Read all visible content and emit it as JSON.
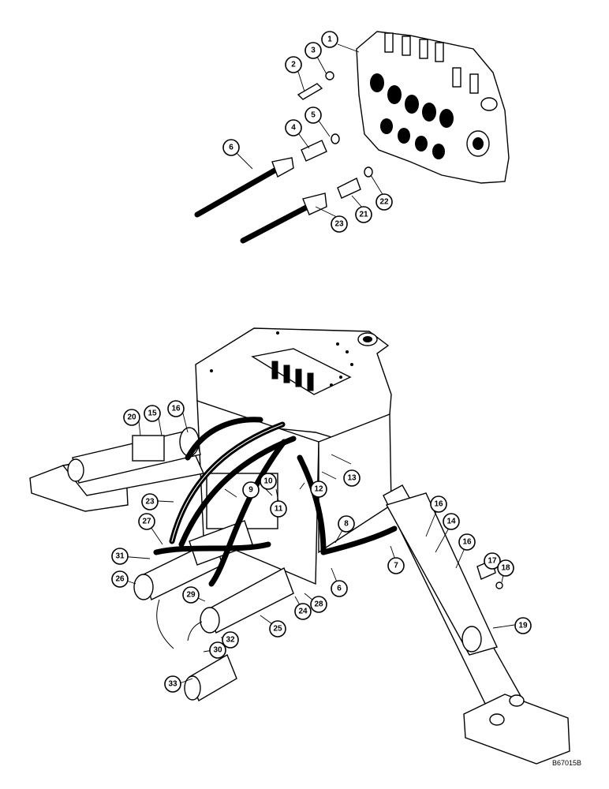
{
  "figure_id": "B67015B",
  "callouts": [
    {
      "label": "1"
    },
    {
      "label": "2"
    },
    {
      "label": "3"
    },
    {
      "label": "4"
    },
    {
      "label": "5"
    },
    {
      "label": "6"
    },
    {
      "label": "23"
    },
    {
      "label": "21"
    },
    {
      "label": "22"
    },
    {
      "label": "20"
    },
    {
      "label": "15"
    },
    {
      "label": "16"
    },
    {
      "label": "23"
    },
    {
      "label": "9"
    },
    {
      "label": "10"
    },
    {
      "label": "11"
    },
    {
      "label": "12"
    },
    {
      "label": "13"
    },
    {
      "label": "8"
    },
    {
      "label": "7"
    },
    {
      "label": "6"
    },
    {
      "label": "27"
    },
    {
      "label": "31"
    },
    {
      "label": "26"
    },
    {
      "label": "29"
    },
    {
      "label": "24"
    },
    {
      "label": "28"
    },
    {
      "label": "25"
    },
    {
      "label": "32"
    },
    {
      "label": "30"
    },
    {
      "label": "33"
    },
    {
      "label": "16"
    },
    {
      "label": "14"
    },
    {
      "label": "16"
    },
    {
      "label": "17"
    },
    {
      "label": "18"
    },
    {
      "label": "19"
    }
  ]
}
